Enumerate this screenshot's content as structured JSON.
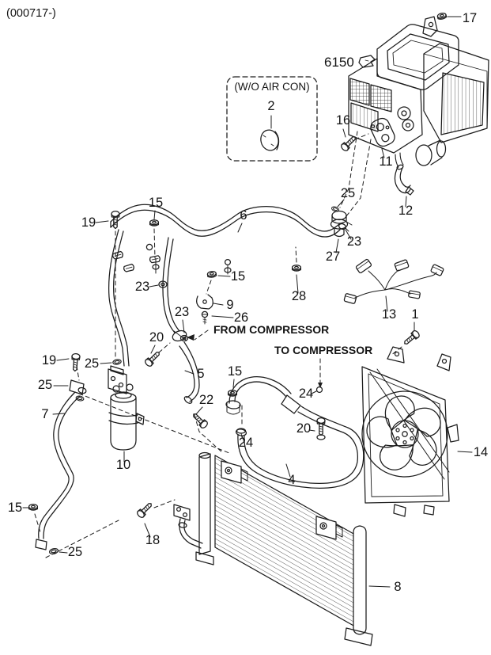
{
  "page": {
    "header_code": "(000717-)",
    "background": "#ffffff",
    "line_color": "#1c1c1c"
  },
  "annotations": {
    "assembly_ref": "6150",
    "wo_air_con": "(W/O AIR CON)",
    "from_compressor": "FROM COMPRESSOR",
    "to_compressor": "TO COMPRESSOR"
  },
  "callouts": [
    {
      "part": "17"
    },
    {
      "part": "2"
    },
    {
      "part": "16"
    },
    {
      "part": "11"
    },
    {
      "part": "12"
    },
    {
      "part": "25"
    },
    {
      "part": "23"
    },
    {
      "part": "27"
    },
    {
      "part": "28"
    },
    {
      "part": "15"
    },
    {
      "part": "6"
    },
    {
      "part": "19"
    },
    {
      "part": "23"
    },
    {
      "part": "15"
    },
    {
      "part": "9"
    },
    {
      "part": "26"
    },
    {
      "part": "23"
    },
    {
      "part": "20"
    },
    {
      "part": "19"
    },
    {
      "part": "25"
    },
    {
      "part": "25"
    },
    {
      "part": "7"
    },
    {
      "part": "10"
    },
    {
      "part": "5"
    },
    {
      "part": "22"
    },
    {
      "part": "15"
    },
    {
      "part": "24"
    },
    {
      "part": "20"
    },
    {
      "part": "24"
    },
    {
      "part": "4"
    },
    {
      "part": "13"
    },
    {
      "part": "1"
    },
    {
      "part": "14"
    },
    {
      "part": "8"
    },
    {
      "part": "15"
    },
    {
      "part": "25"
    },
    {
      "part": "18"
    }
  ]
}
